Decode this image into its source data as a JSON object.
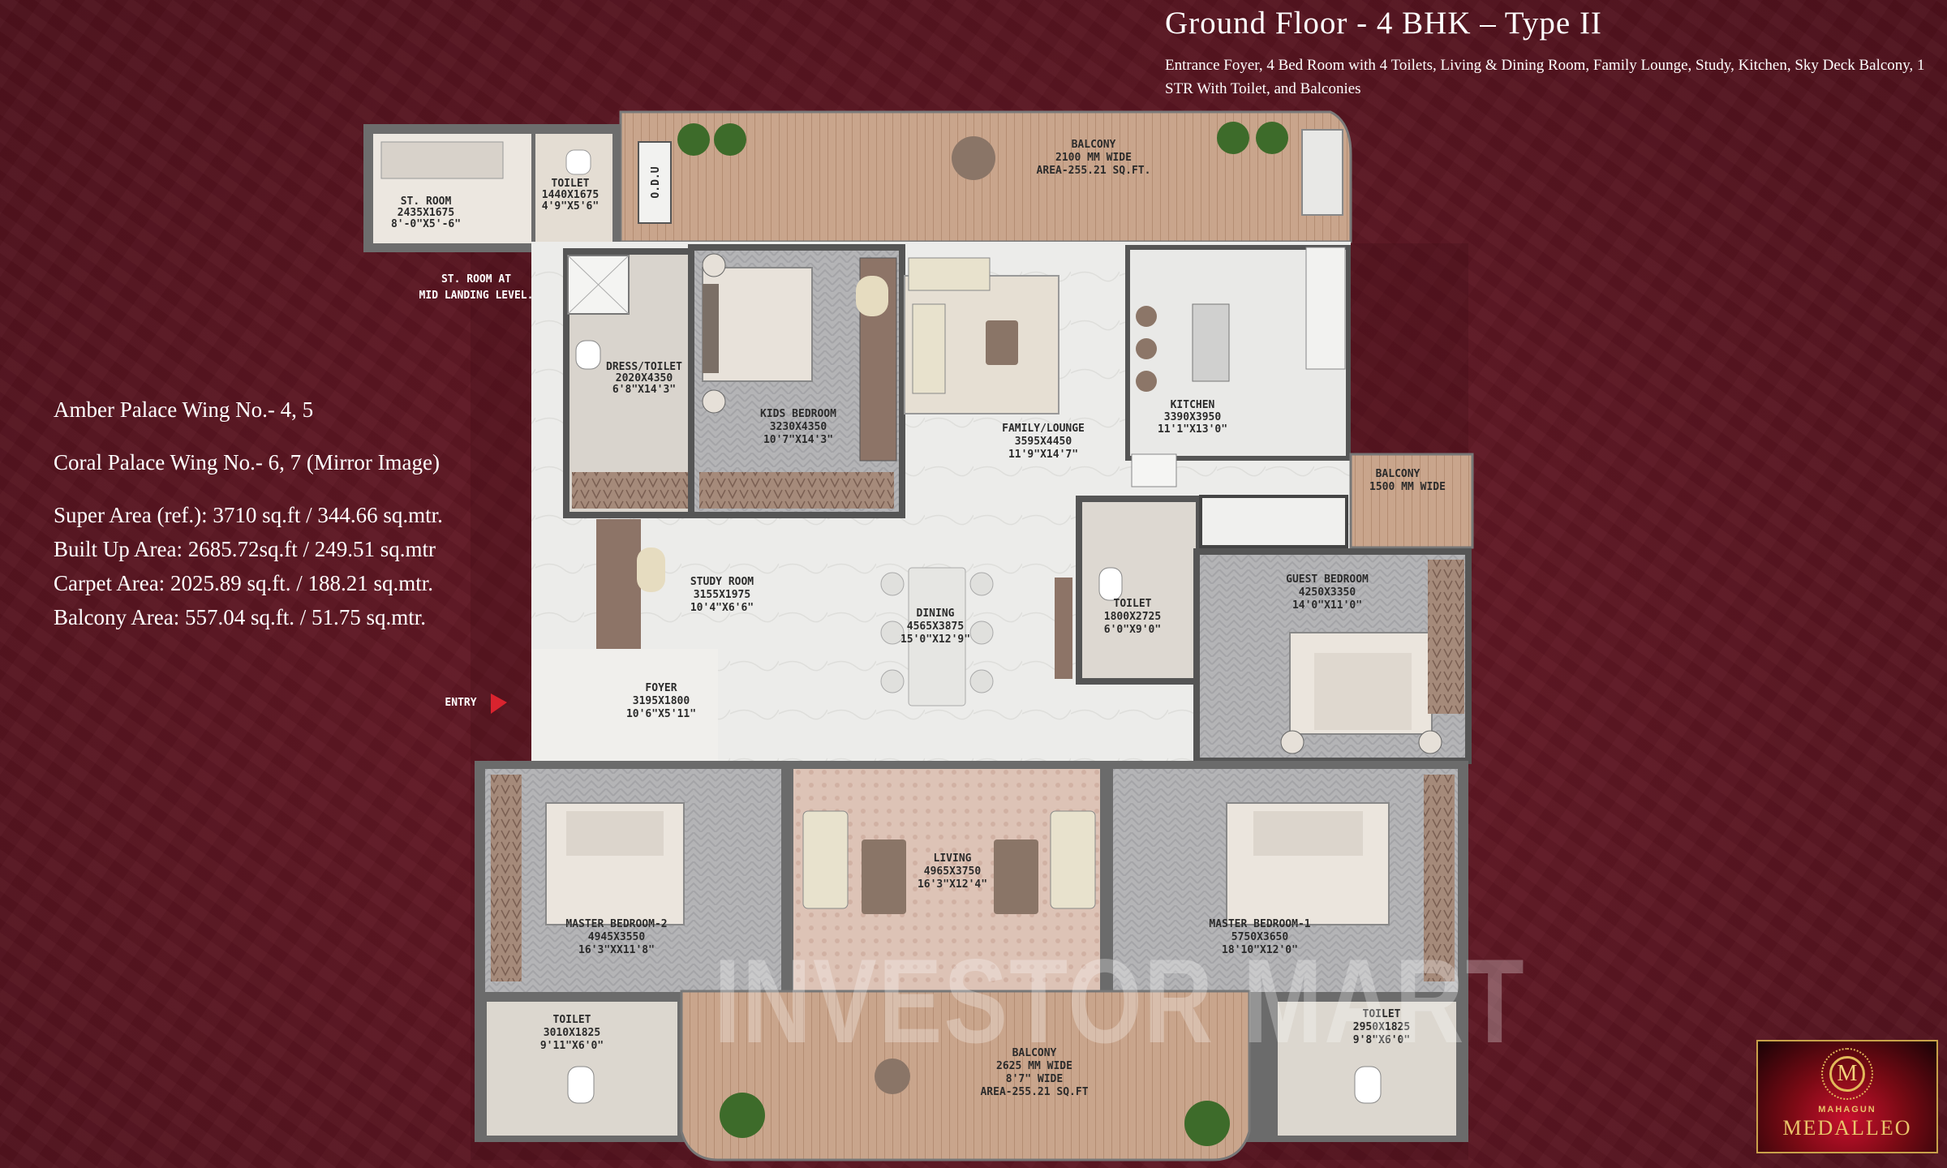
{
  "header": {
    "title": "Ground Floor - 4 BHK – Type II",
    "subtitle": "Entrance Foyer, 4 Bed Room with 4 Toilets, Living & Dining Room, Family Lounge, Study, Kitchen, Sky Deck Balcony, 1 STR With Toilet, and Balconies"
  },
  "info": {
    "wing1": "Amber Palace Wing No.- 4, 5",
    "wing2": "Coral Palace Wing No.-  6, 7 (Mirror Image)",
    "super_area": "Super Area  (ref.): 3710 sq.ft / 344.66 sq.mtr.",
    "built_up": "Built Up Area: 2685.72sq.ft / 249.51 sq.mtr",
    "carpet": "Carpet Area: 2025.89 sq.ft. / 188.21 sq.mtr.",
    "balcony": "Balcony Area: 557.04 sq.ft. / 51.75 sq.mtr."
  },
  "rooms": {
    "st_room": [
      "ST. ROOM",
      "2435X1675",
      "8'-0\"X5'-6\""
    ],
    "toilet_st": [
      "TOILET",
      "1440X1675",
      "4'9\"X5'6\""
    ],
    "st_note": [
      "ST. ROOM AT",
      "MID LANDING LEVEL."
    ],
    "odu": "O.D.U",
    "balcony_top": [
      "BALCONY",
      "2100 MM WIDE",
      "AREA-255.21 SQ.FT."
    ],
    "dress_toilet": [
      "DRESS/TOILET",
      "2020X4350",
      "6'8\"X14'3\""
    ],
    "kids_bedroom": [
      "KIDS BEDROOM",
      "3230X4350",
      "10'7\"X14'3\""
    ],
    "family_lounge": [
      "FAMILY/LOUNGE",
      "3595X4450",
      "11'9\"X14'7\""
    ],
    "kitchen": [
      "KITCHEN",
      "3390X3950",
      "11'1\"X13'0\""
    ],
    "balcony_right": [
      "BALCONY",
      "1500 MM WIDE"
    ],
    "study_room": [
      "STUDY ROOM",
      "3155X1975",
      "10'4\"X6'6\""
    ],
    "dining": [
      "DINING",
      "4565X3875",
      "15'0\"X12'9\""
    ],
    "toilet_mid": [
      "TOILET",
      "1800X2725",
      "6'0\"X9'0\""
    ],
    "guest_bedroom": [
      "GUEST BEDROOM",
      "4250X3350",
      "14'0\"X11'0\""
    ],
    "entry": "ENTRY",
    "foyer": [
      "FOYER",
      "3195X1800",
      "10'6\"X5'11\""
    ],
    "living": [
      "LIVING",
      "4965X3750",
      "16'3\"X12'4\""
    ],
    "master2": [
      "MASTER BEDROOM-2",
      "4945X3550",
      "16'3\"XX11'8\""
    ],
    "master1": [
      "MASTER BEDROOM-1",
      "5750X3650",
      "18'10\"X12'0\""
    ],
    "toilet_bl": [
      "TOILET",
      "3010X1825",
      "9'11\"X6'0\""
    ],
    "toilet_br": [
      "TOILET",
      "2950X1825",
      "9'8\"X6'0\""
    ],
    "balcony_bottom": [
      "BALCONY",
      "2625 MM WIDE",
      "8'7\" WIDE",
      "AREA-255.21 SQ.FT"
    ]
  },
  "watermark": "INVESTOR MART",
  "logo": {
    "line1": "MAHAGUN",
    "line2": "MEDALLEO",
    "monogram": "M"
  }
}
